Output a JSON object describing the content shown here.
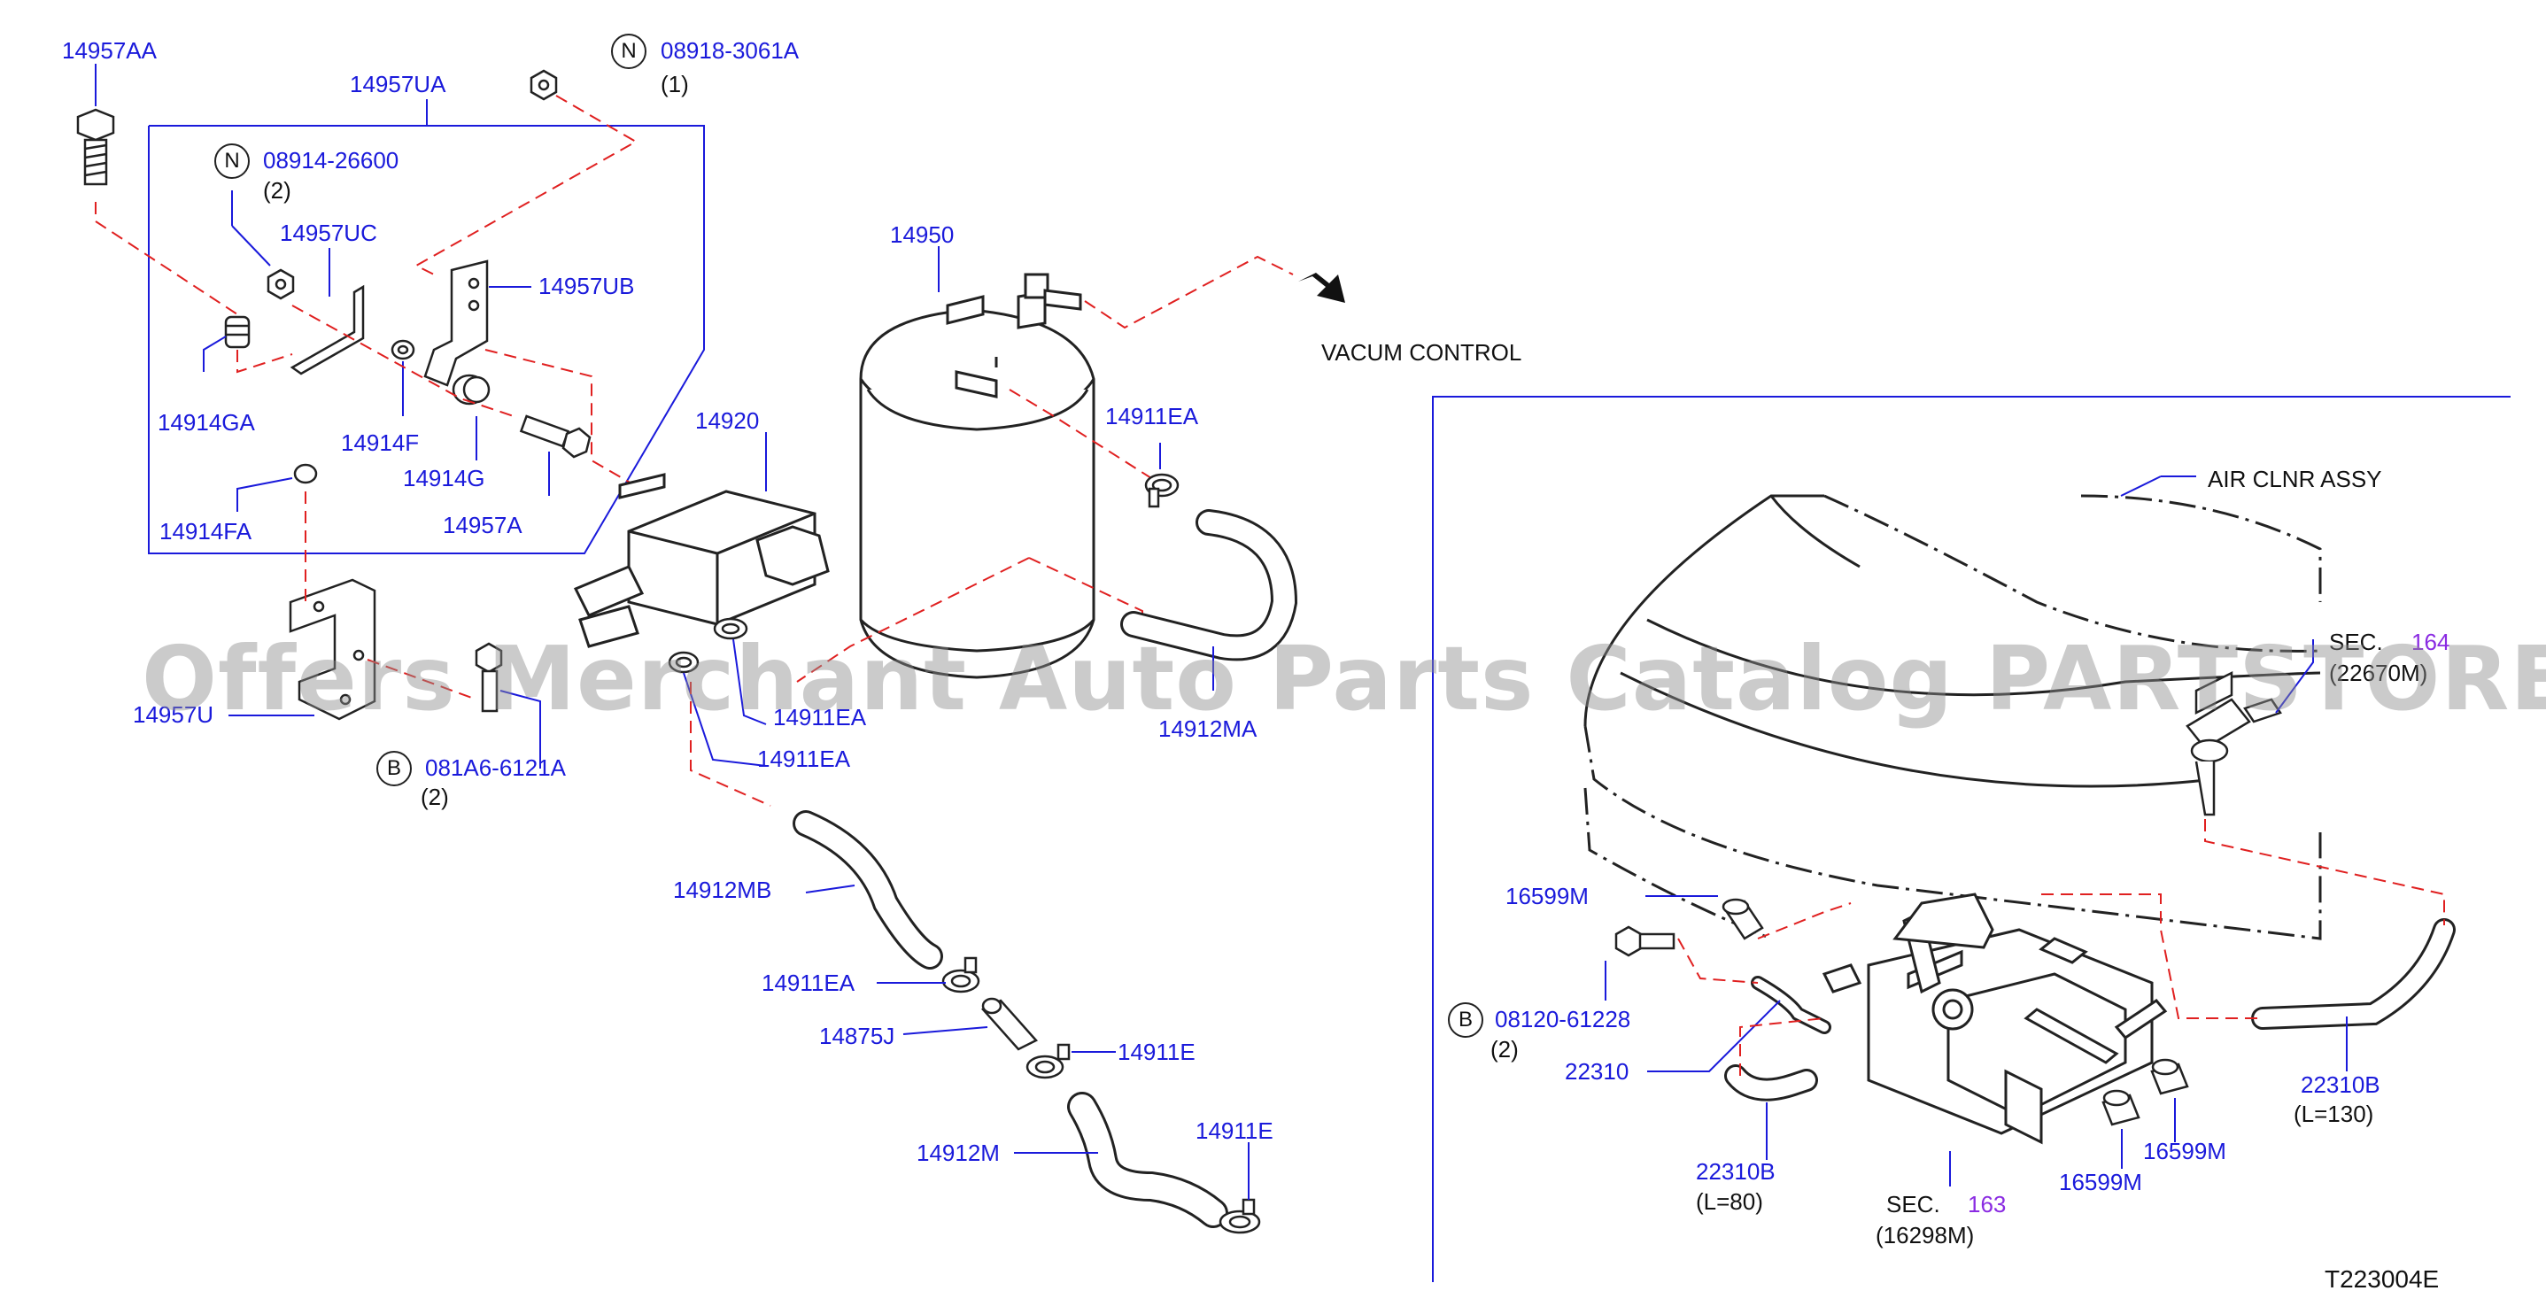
{
  "diagram": {
    "part_labels": {
      "p14957AA": "14957AA",
      "p14957UA": "14957UA",
      "p08918": "08918-3061A",
      "p08918_qty": "(1)",
      "p08914": "08914-26600",
      "p08914_qty": "(2)",
      "p14957UC": "14957UC",
      "p14957UB": "14957UB",
      "p14914GA": "14914GA",
      "p14914F": "14914F",
      "p14914G": "14914G",
      "p14957A": "14957A",
      "p14914FA": "14914FA",
      "p14957U": "14957U",
      "p081A6": "081A6-6121A",
      "p081A6_qty": "(2)",
      "p14950": "14950",
      "p14920": "14920",
      "p14911EA_1": "14911EA",
      "p14911EA_2": "14911EA",
      "p14911EA_3": "14911EA",
      "p14911EA_4": "14911EA",
      "p14912MA": "14912MA",
      "p14912MB": "14912MB",
      "p14875J": "14875J",
      "p14911E_1": "14911E",
      "p14911E_2": "14911E",
      "p14912M": "14912M",
      "p16599M_1": "16599M",
      "p16599M_2": "16599M",
      "p16599M_3": "16599M",
      "p08120": "08120-61228",
      "p08120_qty": "(2)",
      "p22310": "22310",
      "p22310B_1": "22310B",
      "p22310B_1_len": "(L=80)",
      "p22310B_2": "22310B",
      "p22310B_2_len": "(L=130)"
    },
    "badges": {
      "n1": "N",
      "n2": "N",
      "b1": "B",
      "b2": "B"
    },
    "texts": {
      "vacum_control": "VACUM    CONTROL",
      "air_clnr": "AIR    CLNR    ASSY",
      "sec164_prefix": "SEC.",
      "sec164_num": "164",
      "sec164_ref": "(22670M)",
      "sec163_prefix": "SEC.",
      "sec163_num": "163",
      "sec163_ref": "(16298M)",
      "diagram_id": "T223004E"
    },
    "watermark": "Offers Merchant Auto Parts Catalog PARTSTORE.SA",
    "colors": {
      "part_number": "#1a1adb",
      "section_number": "#8a2be2",
      "dashed_line": "#e02020",
      "outline": "#222222"
    }
  }
}
